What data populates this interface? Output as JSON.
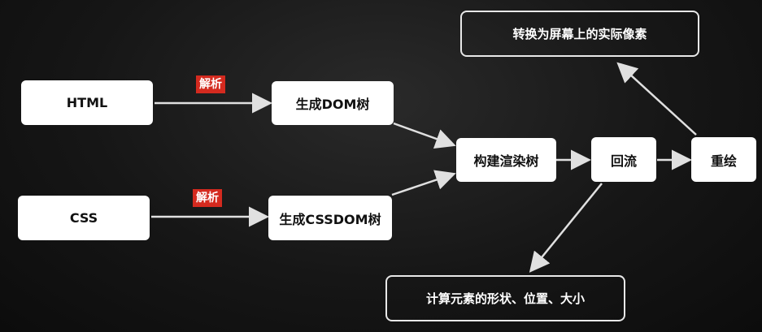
{
  "nodes": {
    "html": "HTML",
    "css": "CSS",
    "dom_tree": "生成DOM树",
    "cssdom_tree": "生成CSSDOM树",
    "render_tree": "构建渲染树",
    "reflow": "回流",
    "repaint": "重绘",
    "pixels_note": "转换为屏幕上的实际像素",
    "geometry_note": "计算元素的形状、位置、大小"
  },
  "labels": {
    "parse_html": "解析",
    "parse_css": "解析"
  },
  "colors": {
    "background": "#161616",
    "node_fill": "#ffffff",
    "tag_fill": "#d42a1f",
    "arrow": "#e0e0e0"
  }
}
